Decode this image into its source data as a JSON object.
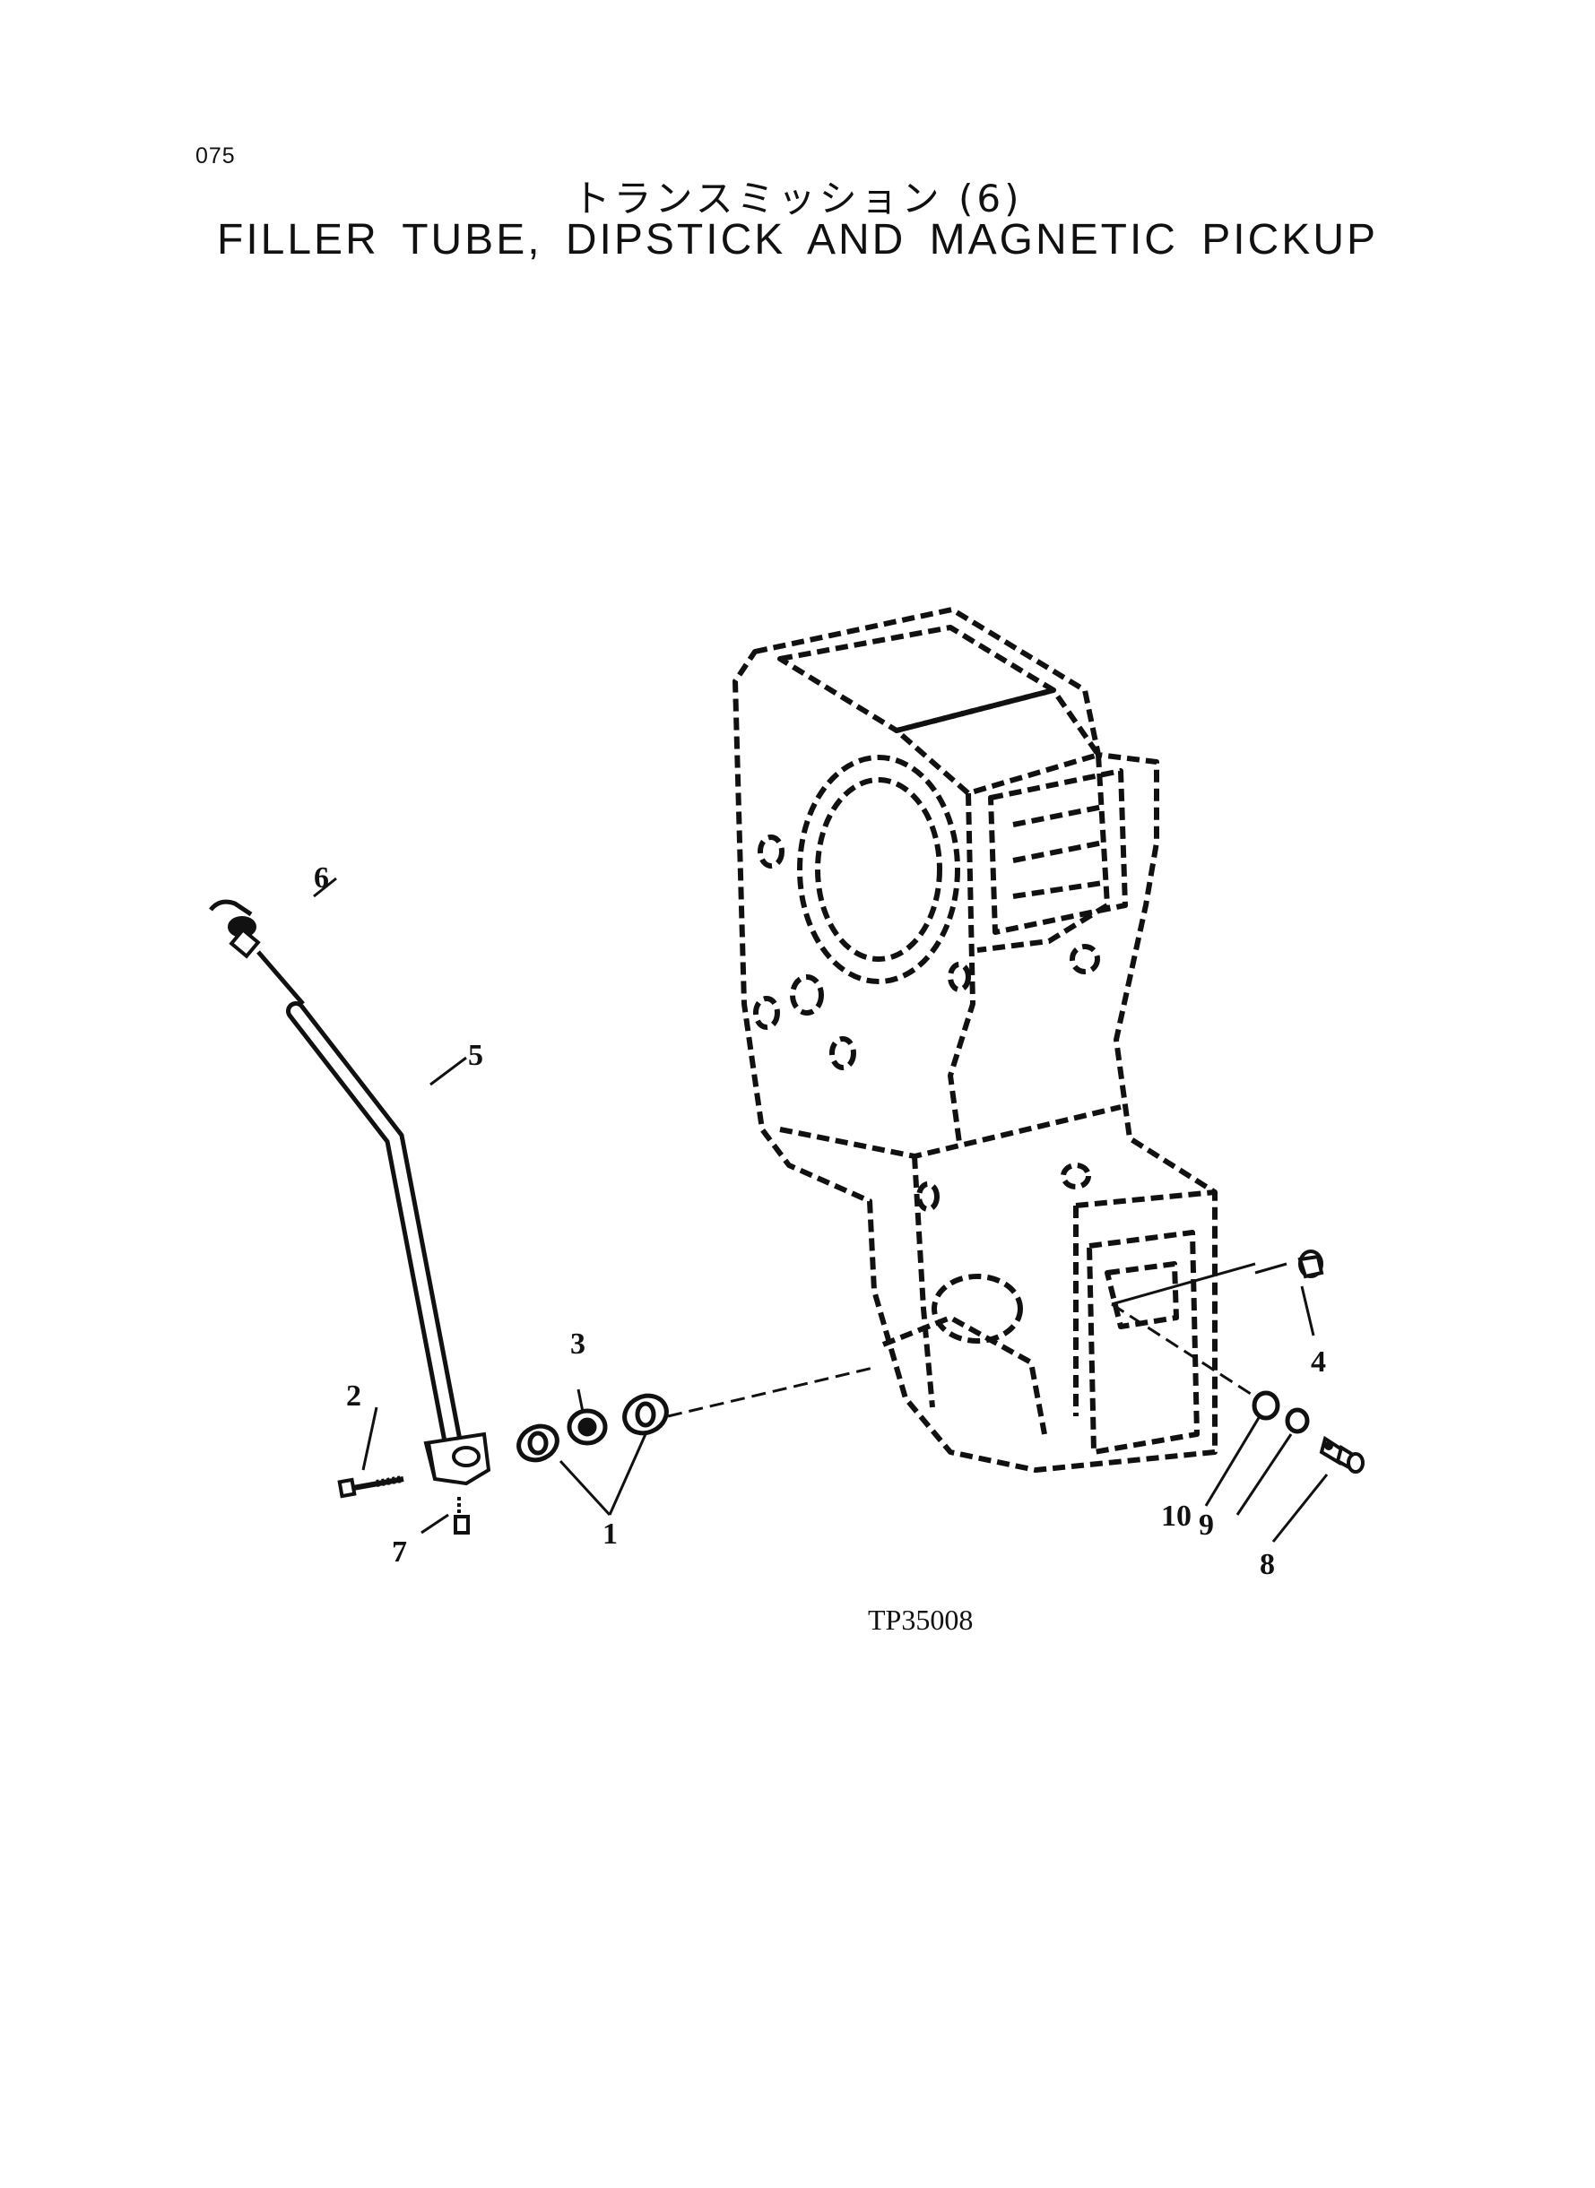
{
  "page_number": "075",
  "title_jp": "トランスミッション (6)",
  "title_en": "FILLER TUBE, DIPSTICK AND MAGNETIC PICKUP",
  "figure_id": "TP35008",
  "callouts": {
    "c1": "1",
    "c2": "2",
    "c3": "3",
    "c4": "4",
    "c5": "5",
    "c6": "6",
    "c7": "7",
    "c8": "8",
    "c9": "9",
    "c10": "10"
  }
}
